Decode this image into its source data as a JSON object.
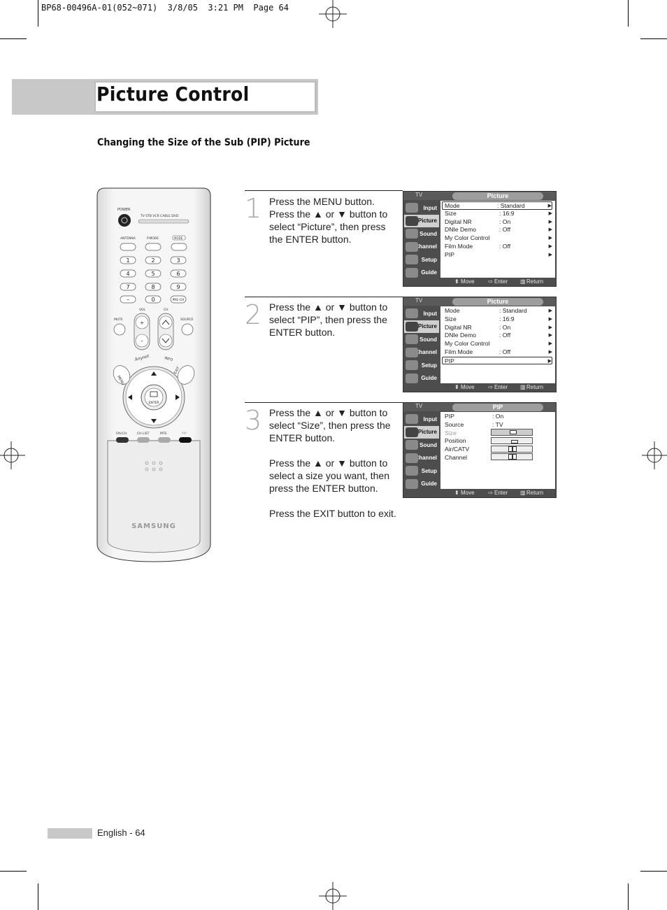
{
  "slug": "BP68-00496A-01(052~071)  3/8/05  3:21 PM  Page 64",
  "title": "Picture Control",
  "subheading": "Changing the Size of the Sub (PIP) Picture",
  "steps": [
    {
      "num": "1",
      "paragraphs": [
        "Press the MENU button. Press the ▲ or ▼ button to select “Picture”, then press the ENTER button."
      ]
    },
    {
      "num": "2",
      "paragraphs": [
        "Press the ▲ or ▼ button to select “PIP”, then press the ENTER button."
      ]
    },
    {
      "num": "3",
      "paragraphs": [
        "Press the ▲ or ▼ button to select “Size”, then press the ENTER button.",
        "Press the ▲ or ▼ button to select a size you want, then press the ENTER button.",
        "Press the EXIT button to exit."
      ]
    }
  ],
  "osd": {
    "tv_label": "TV",
    "sidebar": [
      "Input",
      "Picture",
      "Sound",
      "Channel",
      "Setup",
      "Guide"
    ],
    "bottom": {
      "move": "Move",
      "enter": "Enter",
      "return": "Return"
    },
    "screens": [
      {
        "title": "Picture",
        "rows": [
          {
            "label": "Mode",
            "value": ": Standard",
            "arrow": "▶"
          },
          {
            "label": "Size",
            "value": ": 16:9",
            "arrow": "▶"
          },
          {
            "label": "Digital NR",
            "value": ": On",
            "arrow": "▶"
          },
          {
            "label": "DNIe Demo",
            "value": ": Off",
            "arrow": "▶"
          },
          {
            "label": "My Color Control",
            "value": "",
            "arrow": "▶"
          },
          {
            "label": "Film Mode",
            "value": ": Off",
            "arrow": "▶"
          },
          {
            "label": "PIP",
            "value": "",
            "arrow": "▶"
          }
        ]
      },
      {
        "title": "Picture",
        "rows": [
          {
            "label": "Mode",
            "value": ": Standard",
            "arrow": "▶"
          },
          {
            "label": "Size",
            "value": ": 16:9",
            "arrow": "▶"
          },
          {
            "label": "Digital NR",
            "value": ": On",
            "arrow": "▶"
          },
          {
            "label": "DNIe Demo",
            "value": ": Off",
            "arrow": "▶"
          },
          {
            "label": "My Color Control",
            "value": "",
            "arrow": "▶"
          },
          {
            "label": "Film Mode",
            "value": ": Off",
            "arrow": "▶"
          },
          {
            "label": "PIP",
            "value": "",
            "arrow": "▶"
          }
        ]
      },
      {
        "title": "PIP",
        "rows": [
          {
            "label": "PIP",
            "value": ": On",
            "arrow": ""
          },
          {
            "label": "Source",
            "value": ": TV",
            "arrow": ""
          },
          {
            "label": "Size",
            "value": "",
            "arrow": ""
          },
          {
            "label": "Position",
            "value": "",
            "arrow": ""
          },
          {
            "label": "Air/CATV",
            "value": "",
            "arrow": ""
          },
          {
            "label": "Channel",
            "value": "",
            "arrow": ""
          }
        ]
      }
    ]
  },
  "remote": {
    "power": "POWER",
    "modes": "TV  STB  VCR  CABLE  DVD",
    "antenna": "ANTENNA",
    "pmode": "P.MODE",
    "mode": "MODE",
    "digits": [
      "1",
      "2",
      "3",
      "4",
      "5",
      "6",
      "7",
      "8",
      "9",
      "–",
      "0",
      "PRE-CH"
    ],
    "vol": "VOL",
    "ch": "CH",
    "mute": "MUTE",
    "source": "SOURCE",
    "anynet": "Anynet",
    "info": "INFO",
    "menu": "MENU",
    "exit": "EXIT",
    "enter": "ENTER",
    "fav": "FAV.CH",
    "chlist": "CH LIST",
    "mts": "MTS",
    "pip": "PIP",
    "brand": "SAMSUNG"
  },
  "footer": "English - 64"
}
